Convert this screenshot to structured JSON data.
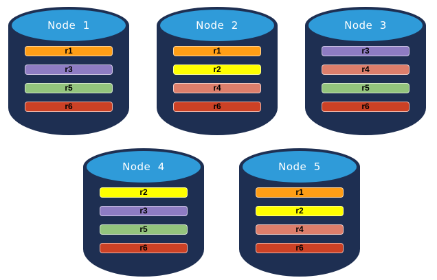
{
  "palette": {
    "background": "#FFFFFF",
    "cylinder_body": "#1E2F52",
    "cylinder_top": "#2F9BD9",
    "node_label_color": "#FFFFFF",
    "bar_label_color": "#000000"
  },
  "partition_colors": {
    "r1": "#FF9E16",
    "r2": "#FFFF00",
    "r3": "#8E7CC3",
    "r4": "#DD7E6B",
    "r5": "#93C47D",
    "r6": "#CC4125"
  },
  "nodes": [
    {
      "label": "Node  1",
      "partitions": [
        "r1",
        "r3",
        "r5",
        "r6"
      ]
    },
    {
      "label": "Node  2",
      "partitions": [
        "r1",
        "r2",
        "r4",
        "r6"
      ]
    },
    {
      "label": "Node  3",
      "partitions": [
        "r3",
        "r4",
        "r5",
        "r6"
      ]
    },
    {
      "label": "Node  4",
      "partitions": [
        "r2",
        "r3",
        "r5",
        "r6"
      ]
    },
    {
      "label": "Node  5",
      "partitions": [
        "r1",
        "r2",
        "r4",
        "r6"
      ]
    }
  ]
}
